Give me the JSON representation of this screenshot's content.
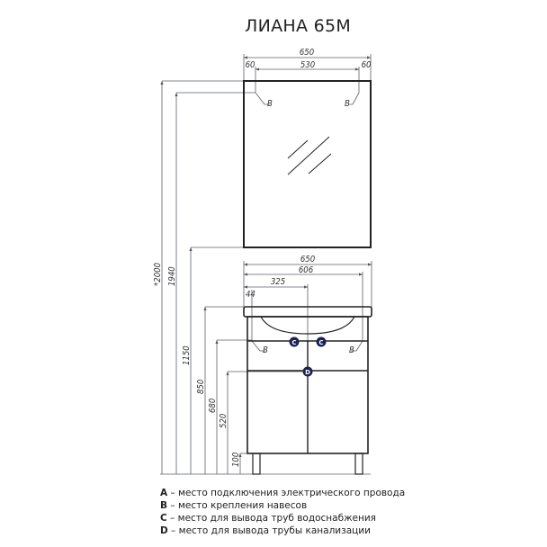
{
  "title": "ЛИАНА 65М",
  "mirror": {
    "dims": {
      "width": "650",
      "left": "60",
      "inner": "530",
      "right": "60"
    },
    "mount_labels": [
      "B",
      "B"
    ]
  },
  "cabinet": {
    "dims": {
      "width": "650",
      "inner": "606",
      "center": "325",
      "edge": "44"
    },
    "markers": {
      "c1": "C",
      "c2": "C",
      "d": "D"
    },
    "mount_labels": [
      "B",
      "B"
    ]
  },
  "heights": {
    "total": "*2000",
    "mirror_mount": "1940",
    "mirror_bottom": "1150",
    "countertop": "850",
    "mount": "680",
    "drain": "520",
    "legs": "100"
  },
  "legend": [
    {
      "key": "A",
      "text": " – место подключения электрического провода"
    },
    {
      "key": "B",
      "text": " – место крепления навесов"
    },
    {
      "key": "C",
      "text": " – место для вывода труб водоснабжения"
    },
    {
      "key": "D",
      "text": " – место для вывода трубы канализации"
    }
  ],
  "colors": {
    "line": "#222222",
    "dim": "#555a66",
    "marker": "#1c2150"
  }
}
